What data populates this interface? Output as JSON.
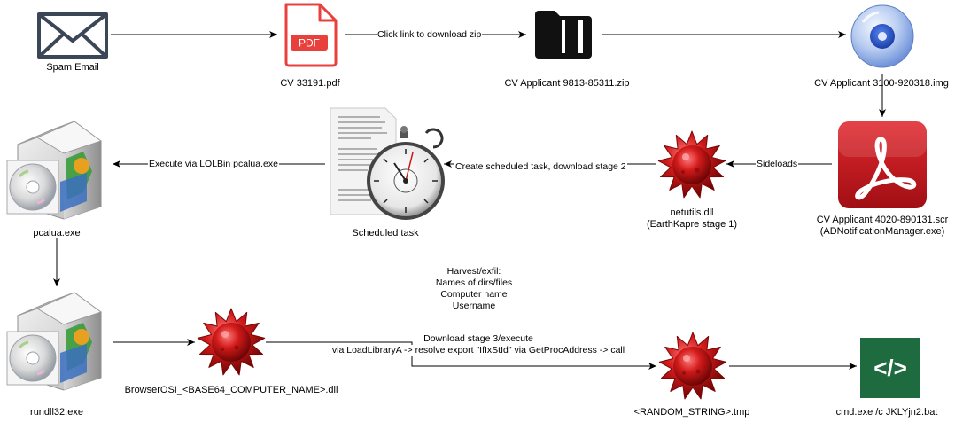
{
  "nodes": {
    "spam_email": {
      "label": "Spam Email",
      "icon": "envelope-icon"
    },
    "cv_pdf": {
      "label": "CV 33191.pdf",
      "icon": "pdf-file-icon",
      "badge": "PDF"
    },
    "cv_zip": {
      "label": "CV Applicant 9813-85311.zip",
      "icon": "zip-archive-icon"
    },
    "cv_img": {
      "label": "CV Applicant 3100-920318.img",
      "icon": "disc-image-icon"
    },
    "cv_scr": {
      "label_line1": "CV Applicant 4020-890131.scr",
      "label_line2": "(ADNotificationManager.exe)",
      "icon": "adobe-acrobat-icon"
    },
    "netutils": {
      "label_line1": "netutils.dll",
      "label_line2": "(EarthKapre stage 1)",
      "icon": "malware-virus-icon"
    },
    "scheduled_task": {
      "label": "Scheduled task",
      "icon": "stopwatch-document-icon"
    },
    "pcalua": {
      "label": "pcalua.exe",
      "icon": "software-box-icon"
    },
    "rundll32": {
      "label": "rundll32.exe",
      "icon": "software-box-icon"
    },
    "browserosi": {
      "label": "BrowserOSI_<BASE64_COMPUTER_NAME>.dll",
      "icon": "malware-virus-icon"
    },
    "random_tmp": {
      "label": "<RANDOM_STRING>.tmp",
      "icon": "malware-virus-icon"
    },
    "cmd_bat": {
      "label": "cmd.exe /c JKLYjn2.bat",
      "icon": "code-script-icon",
      "glyph": "</>"
    }
  },
  "edges": {
    "click_link": "Click link to download zip",
    "sideloads": "Sideloads",
    "create_task": "Create scheduled task, download stage 2",
    "execute_lolbin": "Execute via LOLBin pcalua.exe"
  },
  "harvest_note": {
    "line1": "Harvest/exfil:",
    "line2": "Names of dirs/files",
    "line3": "Computer name",
    "line4": "Username"
  },
  "stage3_note": {
    "line1": "Download stage 3/execute",
    "line2": "via LoadLibraryA -> resolve export \"IfIxStId\" via GetProcAddress -> call"
  },
  "colors": {
    "line": "#000000",
    "envelope": "#3b4656",
    "pdf_red": "#e8413c",
    "disc_blue": "#2b57c9",
    "acrobat_red": "#c4161c",
    "virus_red": "#d21a1a",
    "code_green": "#1d6b3f"
  }
}
